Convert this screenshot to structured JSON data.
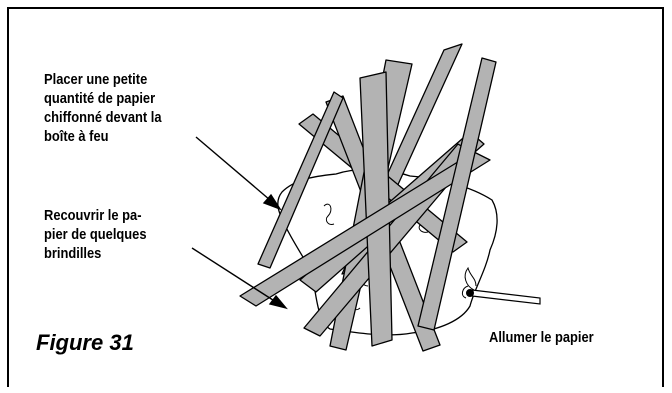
{
  "labels": {
    "paper_line1": "Placer une petite",
    "paper_line2": "quantité de papier",
    "paper_line3": "chiffonné devant la",
    "paper_line4": "boîte à feu",
    "twigs_line1": "Recouvrir le pa-",
    "twigs_line2": "pier de quelques",
    "twigs_line3": "brindilles",
    "light": "Allumer le papier"
  },
  "figure_caption": "Figure 31"
}
